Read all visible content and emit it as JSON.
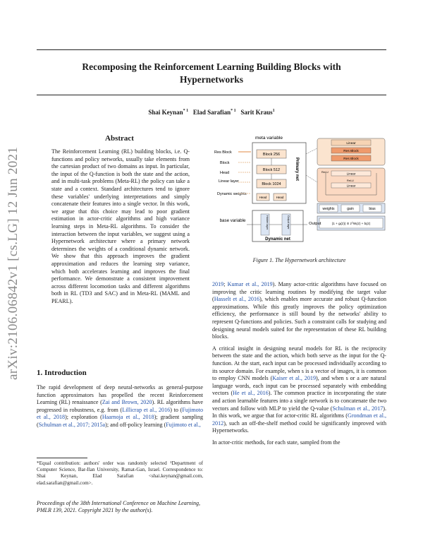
{
  "sidebar": {
    "arxiv_id": "arXiv:2106.06842v1  [cs.LG]  12 Jun 2021"
  },
  "paper": {
    "title_line1": "Recomposing the Reinforcement Learning Building Blocks with",
    "title_line2": "Hypernetworks",
    "author1": "Shai Keynan",
    "author1_mark": "* 1",
    "author2": "Elad Sarafian",
    "author2_mark": "* 1",
    "author3": "Sarit Kraus",
    "author3_mark": "1"
  },
  "abstract": {
    "heading": "Abstract",
    "text": "The Reinforcement Learning (RL) building blocks, i.e. Q-functions and policy networks, usually take elements from the cartesian product of two domains as input. In particular, the input of the Q-function is both the state and the action, and in multi-task problems (Meta-RL) the policy can take a state and a context. Standard architectures tend to ignore these variables' underlying interpretations and simply concatenate their features into a single vector. In this work, we argue that this choice may lead to poor gradient estimation in actor-critic algorithms and high variance learning steps in Meta-RL algorithms. To consider the interaction between the input variables, we suggest using a Hypernetwork architecture where a primary network determines the weights of a conditional dynamic network. We show that this approach improves the gradient approximation and reduces the learning step variance, which both accelerates learning and improves the final performance. We demonstrate a consistent improvement across different locomotion tasks and different algorithms both in RL (TD3 and SAC) and in Meta-RL (MAML and PEARL)."
  },
  "introduction": {
    "heading": "1. Introduction",
    "text_a": "The rapid development of deep neural-networks as general-purpose function approximators has propelled the recent Reinforcement Learning (RL) renaissance (",
    "cite_a": "Zai and Brown, 2020",
    "text_b": "). RL algorithms have progressed in robustness, e.g. from (",
    "cite_b": "Lillicrap et al., 2016",
    "text_c": ") to (",
    "cite_c": "Fujimoto et al., 2018",
    "text_d": "); exploration (",
    "cite_d": "Haarnoja et al., 2018",
    "text_e": "); gradient sampling (",
    "cite_e": "Schulman et al., 2017; 2015a",
    "text_f": "); and off-policy learning (",
    "cite_f": "Fujimoto et al.,"
  },
  "footnote": {
    "text": "*Equal contribution: authors' order was randomly selected ¹Department of Computer Science, Bar-Ilan University, Ramat-Gan, Israel. Correspondence to: Shai Keynan, Elad Sarafian <shai.keynan@gmail.com, elad.sarafian@gmail.com>."
  },
  "proceedings": {
    "text": "Proceedings of the 38th International Conference on Machine Learning, PMLR 139, 2021. Copyright 2021 by the author(s)."
  },
  "figure": {
    "caption": "Figure 1. The Hypernetwork architecture",
    "meta_variable": "meta variable",
    "legend_res_block": "Res Block",
    "legend_block": "Block",
    "legend_head": "Head",
    "legend_linear": "Linear layer",
    "legend_dynamic_weights": "Dynamic weights",
    "block_256": "Block 256",
    "block_512": "Block 512",
    "block_1024": "Block 1024",
    "head": "Head",
    "primary_net": "Primary net",
    "linear": "Linear",
    "relu": "ReLU",
    "res_block": "Res Block",
    "weights": "weights",
    "gain": "gain",
    "bias": "bias",
    "base_variable": "base variable",
    "output": "Output",
    "dynamic_net": "Dynamic net",
    "hidden_layer": "Hidden layer",
    "output_layer": "Output layer",
    "formula": "(1 + gᵢ(z)) ⊙ zᵀWᵢ(z) + bᵢ(z)"
  },
  "right_column": {
    "p1_cite_a": "2019",
    "p1_sep": "; ",
    "p1_cite_b": "Kumar et al., 2019",
    "p1_text_a": "). Many actor-critic algorithms have focused on improving the critic learning routines by modifying the target value (",
    "p1_cite_c": "Hasselt et al., 2016",
    "p1_text_b": "), which enables more accurate and robust Q-function approximations. While this greatly improves the policy optimization efficiency, the performance is still bound by the networks' ability to represent Q-functions and policies. Such a constraint calls for studying and designing neural models suited for the representation of these RL building blocks.",
    "p2_text_a": "A critical insight in designing neural models for RL is the reciprocity between the state and the action, which both serve as the input for the Q-function. At the start, each input can be processed individually according to its source domain. For example, when s is a vector of images, it is common to employ CNN models (",
    "p2_cite_a": "Kaiser et al., 2019",
    "p2_text_b": "), and when s or a are natural language words, each input can be processed separately with embedding vectors (",
    "p2_cite_b": "He et al., 2016",
    "p2_text_c": "). The common practice in incorporating the state and action learnable features into a single network is to concatenate the two vectors and follow with MLP to yield the Q-value (",
    "p2_cite_c": "Schulman et al., 2017",
    "p2_text_d": "). In this work, we argue that for actor-critic RL algorithms (",
    "p2_cite_d": "Grondman et al., 2012",
    "p2_text_e": "), such an off-the-shelf method could be significantly improved with Hypernetworks.",
    "p3_text": "In actor-critic methods, for each state, sampled from the"
  }
}
